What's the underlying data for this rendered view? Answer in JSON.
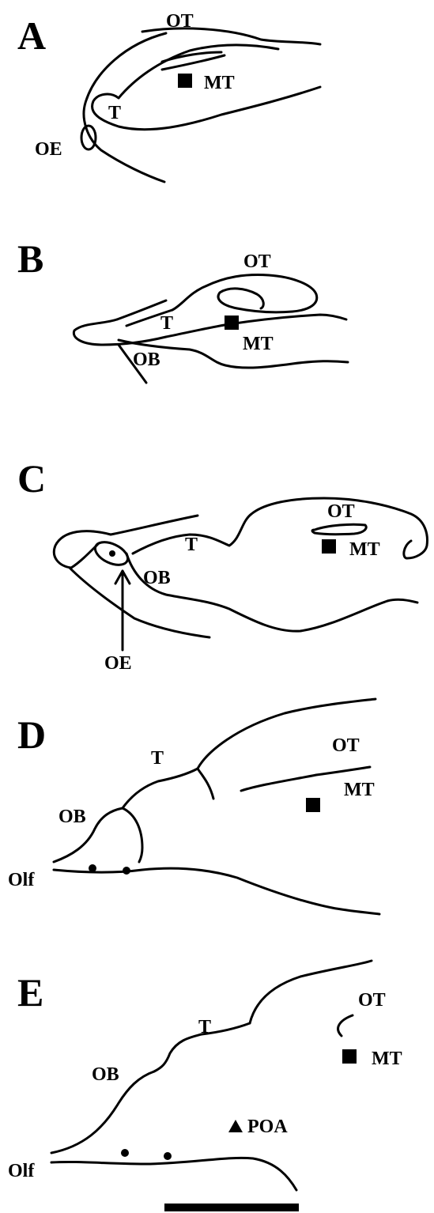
{
  "panels": [
    {
      "letter": "A",
      "labels": {
        "ot": "OT",
        "mt": "MT",
        "t": "T",
        "oe": "OE"
      }
    },
    {
      "letter": "B",
      "labels": {
        "ot": "OT",
        "mt": "MT",
        "t": "T",
        "ob": "OB"
      }
    },
    {
      "letter": "C",
      "labels": {
        "ot": "OT",
        "mt": "MT",
        "t": "T",
        "ob": "OB",
        "oe": "OE"
      }
    },
    {
      "letter": "D",
      "labels": {
        "ot": "OT",
        "mt": "MT",
        "t": "T",
        "ob": "OB",
        "olf": "Olf"
      }
    },
    {
      "letter": "E",
      "labels": {
        "ot": "OT",
        "mt": "MT",
        "t": "T",
        "ob": "OB",
        "olf": "Olf",
        "poa": "POA"
      }
    }
  ]
}
